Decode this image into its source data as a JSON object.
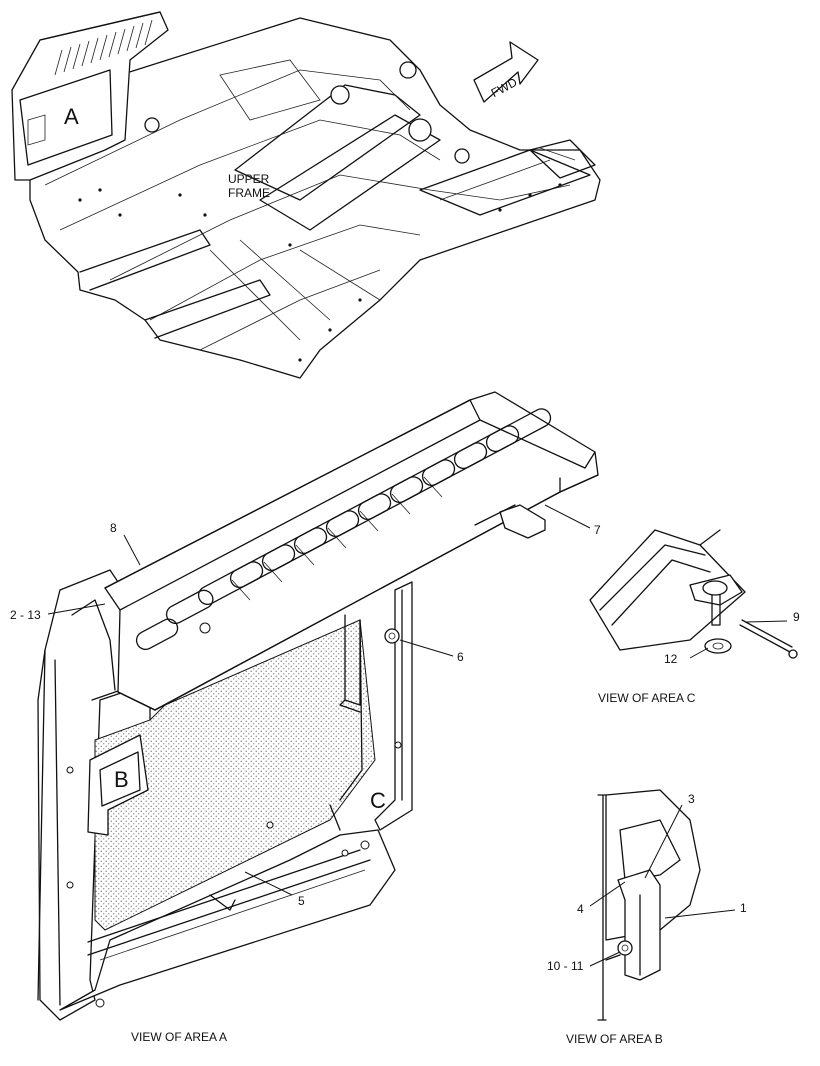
{
  "labels": {
    "area_a": "A",
    "area_b": "B",
    "area_c": "C",
    "upper_frame_line1": "UPPER",
    "upper_frame_line2": "FRAME",
    "fwd": "FWD"
  },
  "captions": {
    "view_a": "VIEW OF AREA A",
    "view_b": "VIEW OF AREA B",
    "view_c": "VIEW OF AREA C"
  },
  "callouts": {
    "c1": "1",
    "c2_13": "2 - 13",
    "c3": "3",
    "c4": "4",
    "c5": "5",
    "c6": "6",
    "c7": "7",
    "c8": "8",
    "c9": "9",
    "c10_11": "10 - 11",
    "c12": "12"
  }
}
